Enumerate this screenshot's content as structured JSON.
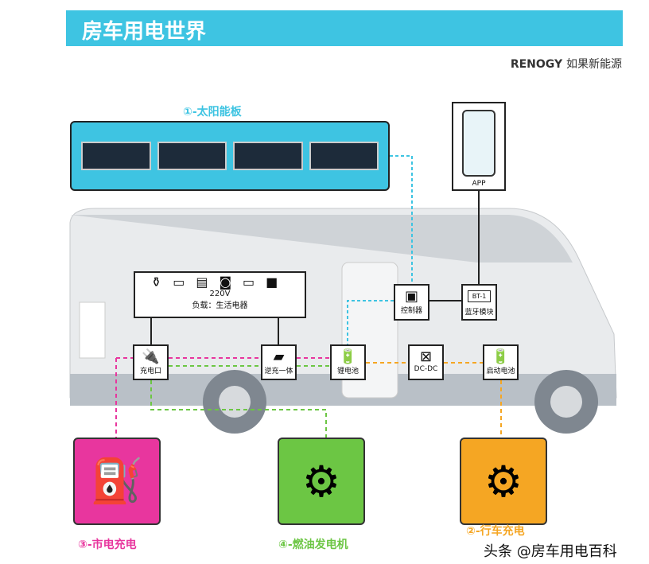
{
  "header": {
    "title": "房车用电世界",
    "brand": "RENOGY",
    "brand_cn": "如果新能源"
  },
  "solar": {
    "label": "①-太阳能板"
  },
  "app": {
    "label": "APP"
  },
  "loads": {
    "voltage": "220V",
    "label": "负载：生活电器"
  },
  "components": {
    "charge_port": "充电口",
    "inverter": "逆充一体",
    "lithium": "锂电池",
    "dcdc": "DC-DC",
    "starter": "启动电池",
    "controller": "控制器",
    "bluetooth": "蓝牙模块",
    "bt_tag": "BT-1"
  },
  "sources": {
    "grid": "③-市电充电",
    "generator": "④-燃油发电机",
    "alternator": "②-行车充电"
  },
  "watermark": "头条 @房车用电百科",
  "colors": {
    "cyan": "#3ec4e2",
    "pink": "#e8369e",
    "green": "#6cc644",
    "orange": "#f5a623"
  }
}
